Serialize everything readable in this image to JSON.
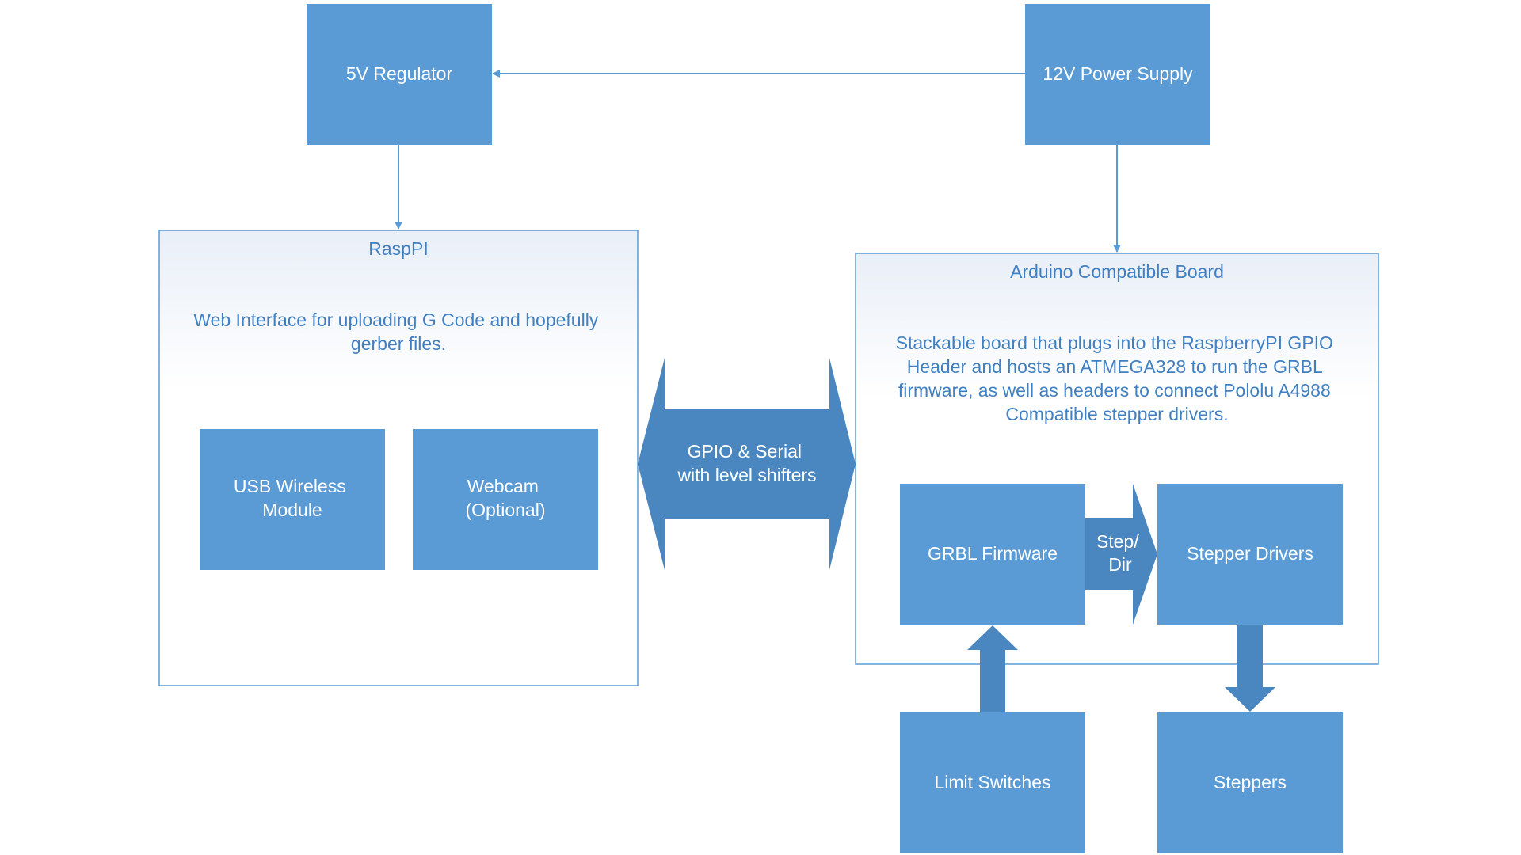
{
  "colors": {
    "box_fill": "#5b9bd5",
    "arrow_fill": "#4a86c0",
    "line": "#5b9bd5",
    "container_border": "#5b9bd5",
    "container_text": "#3f7fc2",
    "box_text": "#ffffff"
  },
  "nodes": {
    "regulator": {
      "lines": [
        "5V Regulator"
      ]
    },
    "power_supply": {
      "lines": [
        "12V Power Supply"
      ]
    },
    "raspi": {
      "title": "RaspPI",
      "description": [
        "Web Interface for uploading G Code and hopefully",
        "gerber files."
      ]
    },
    "usb_wireless": {
      "lines": [
        "USB Wireless",
        "Module"
      ]
    },
    "webcam": {
      "lines": [
        "Webcam",
        "(Optional)"
      ]
    },
    "arduino": {
      "title": "Arduino Compatible Board",
      "description": [
        "Stackable board that plugs into the RaspberryPI GPIO",
        "Header and hosts an ATMEGA328 to run the GRBL",
        "firmware, as well as headers to connect Pololu A4988",
        "Compatible stepper drivers."
      ]
    },
    "grbl": {
      "lines": [
        "GRBL Firmware"
      ]
    },
    "stepper_drivers": {
      "lines": [
        "Stepper Drivers"
      ]
    },
    "limit_switches": {
      "lines": [
        "Limit Switches"
      ]
    },
    "steppers": {
      "lines": [
        "Steppers"
      ]
    }
  },
  "connectors": {
    "gpio": {
      "lines": [
        "GPIO & Serial",
        "with level shifters"
      ]
    },
    "step_dir": {
      "lines": [
        "Step/",
        "Dir"
      ]
    }
  }
}
